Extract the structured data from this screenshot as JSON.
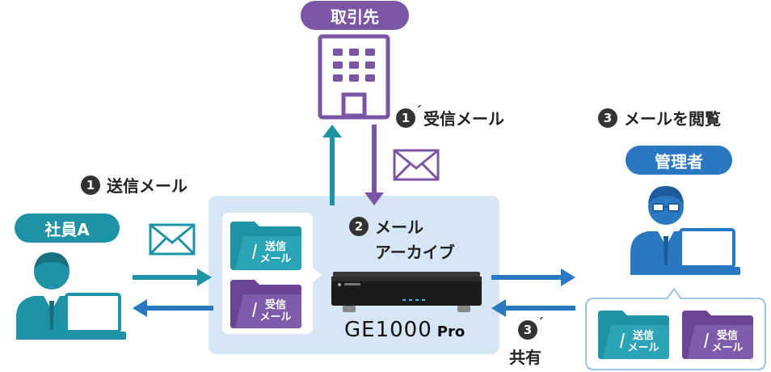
{
  "nodes": {
    "partner": "取引先",
    "employee": "社員A",
    "admin": "管理者",
    "product": "GE1000",
    "product_suffix": "Pro"
  },
  "steps": {
    "send_num": "1",
    "send": "送信メール",
    "receive_num": "1",
    "receive_prime": "´",
    "receive": "受信メール",
    "archive_num": "2",
    "archive_line1": "メール",
    "archive_line2": "アーカイブ",
    "view_num": "3",
    "view": "メールを閲覧",
    "share_num": "3",
    "share_prime": "´",
    "share": "共有"
  },
  "folders": {
    "sent_line1": "送信",
    "sent_line2": "メール",
    "recv_line1": "受信",
    "recv_line2": "メール"
  },
  "colors": {
    "teal": "#1e93a6",
    "purple": "#7a56a4",
    "blue": "#2b78c2",
    "archive_bg": "#d6e6f5"
  }
}
